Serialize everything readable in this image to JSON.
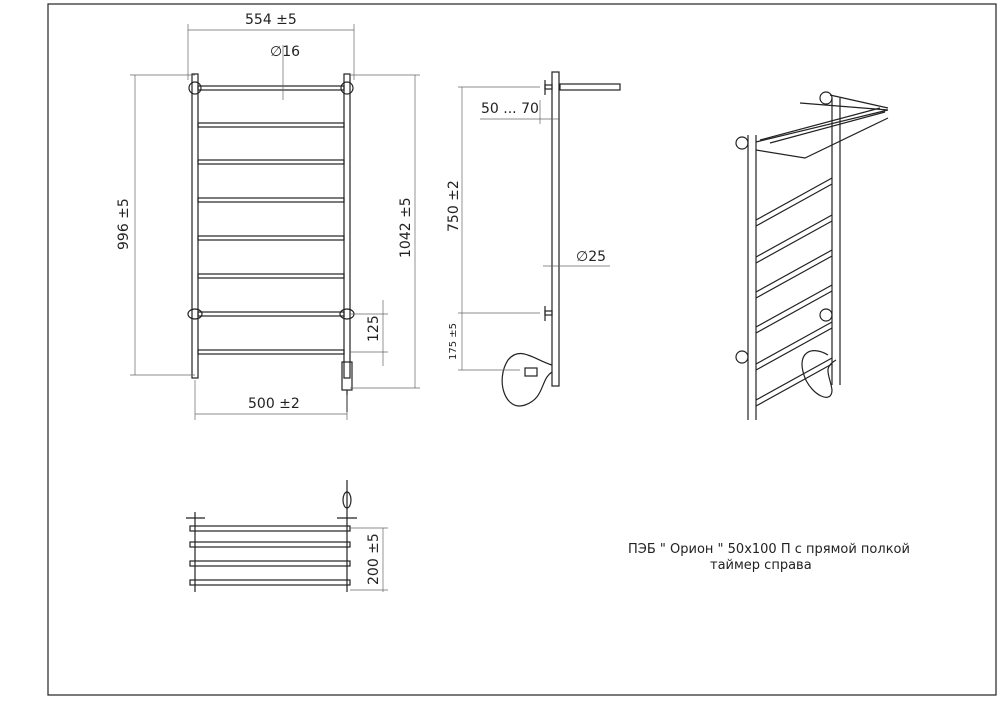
{
  "title": {
    "line1": "ПЭБ \" Орион \" 50x100 П с прямой полкой",
    "line2": "таймер справа"
  },
  "front_view": {
    "width_overall": "554  ±5",
    "tube_diameter": "∅16",
    "height_mount": "996  ±5",
    "height_overall": "1042  ±5",
    "rung_pitch": "125",
    "width_axes": "500  ±2"
  },
  "side_view": {
    "wall_offset": "50 ... 70",
    "mount_spacing": "750  ±2",
    "rail_diameter": "∅25",
    "bottom_offset": "175  ±5"
  },
  "top_view": {
    "shelf_depth": "200  ±5"
  }
}
